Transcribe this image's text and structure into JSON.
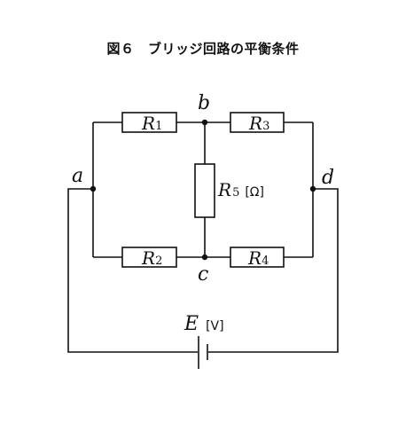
{
  "title": "図６　ブリッジ回路の平衡条件",
  "nodes": {
    "a": "a",
    "b": "b",
    "c": "c",
    "d": "d"
  },
  "resistors": {
    "r1": {
      "symbol": "R",
      "index": "1"
    },
    "r2": {
      "symbol": "R",
      "index": "2"
    },
    "r3": {
      "symbol": "R",
      "index": "3"
    },
    "r4": {
      "symbol": "R",
      "index": "4"
    },
    "r5": {
      "symbol": "R",
      "index": "5",
      "unit": "[Ω]"
    }
  },
  "source": {
    "symbol": "E",
    "unit": "[V]"
  }
}
